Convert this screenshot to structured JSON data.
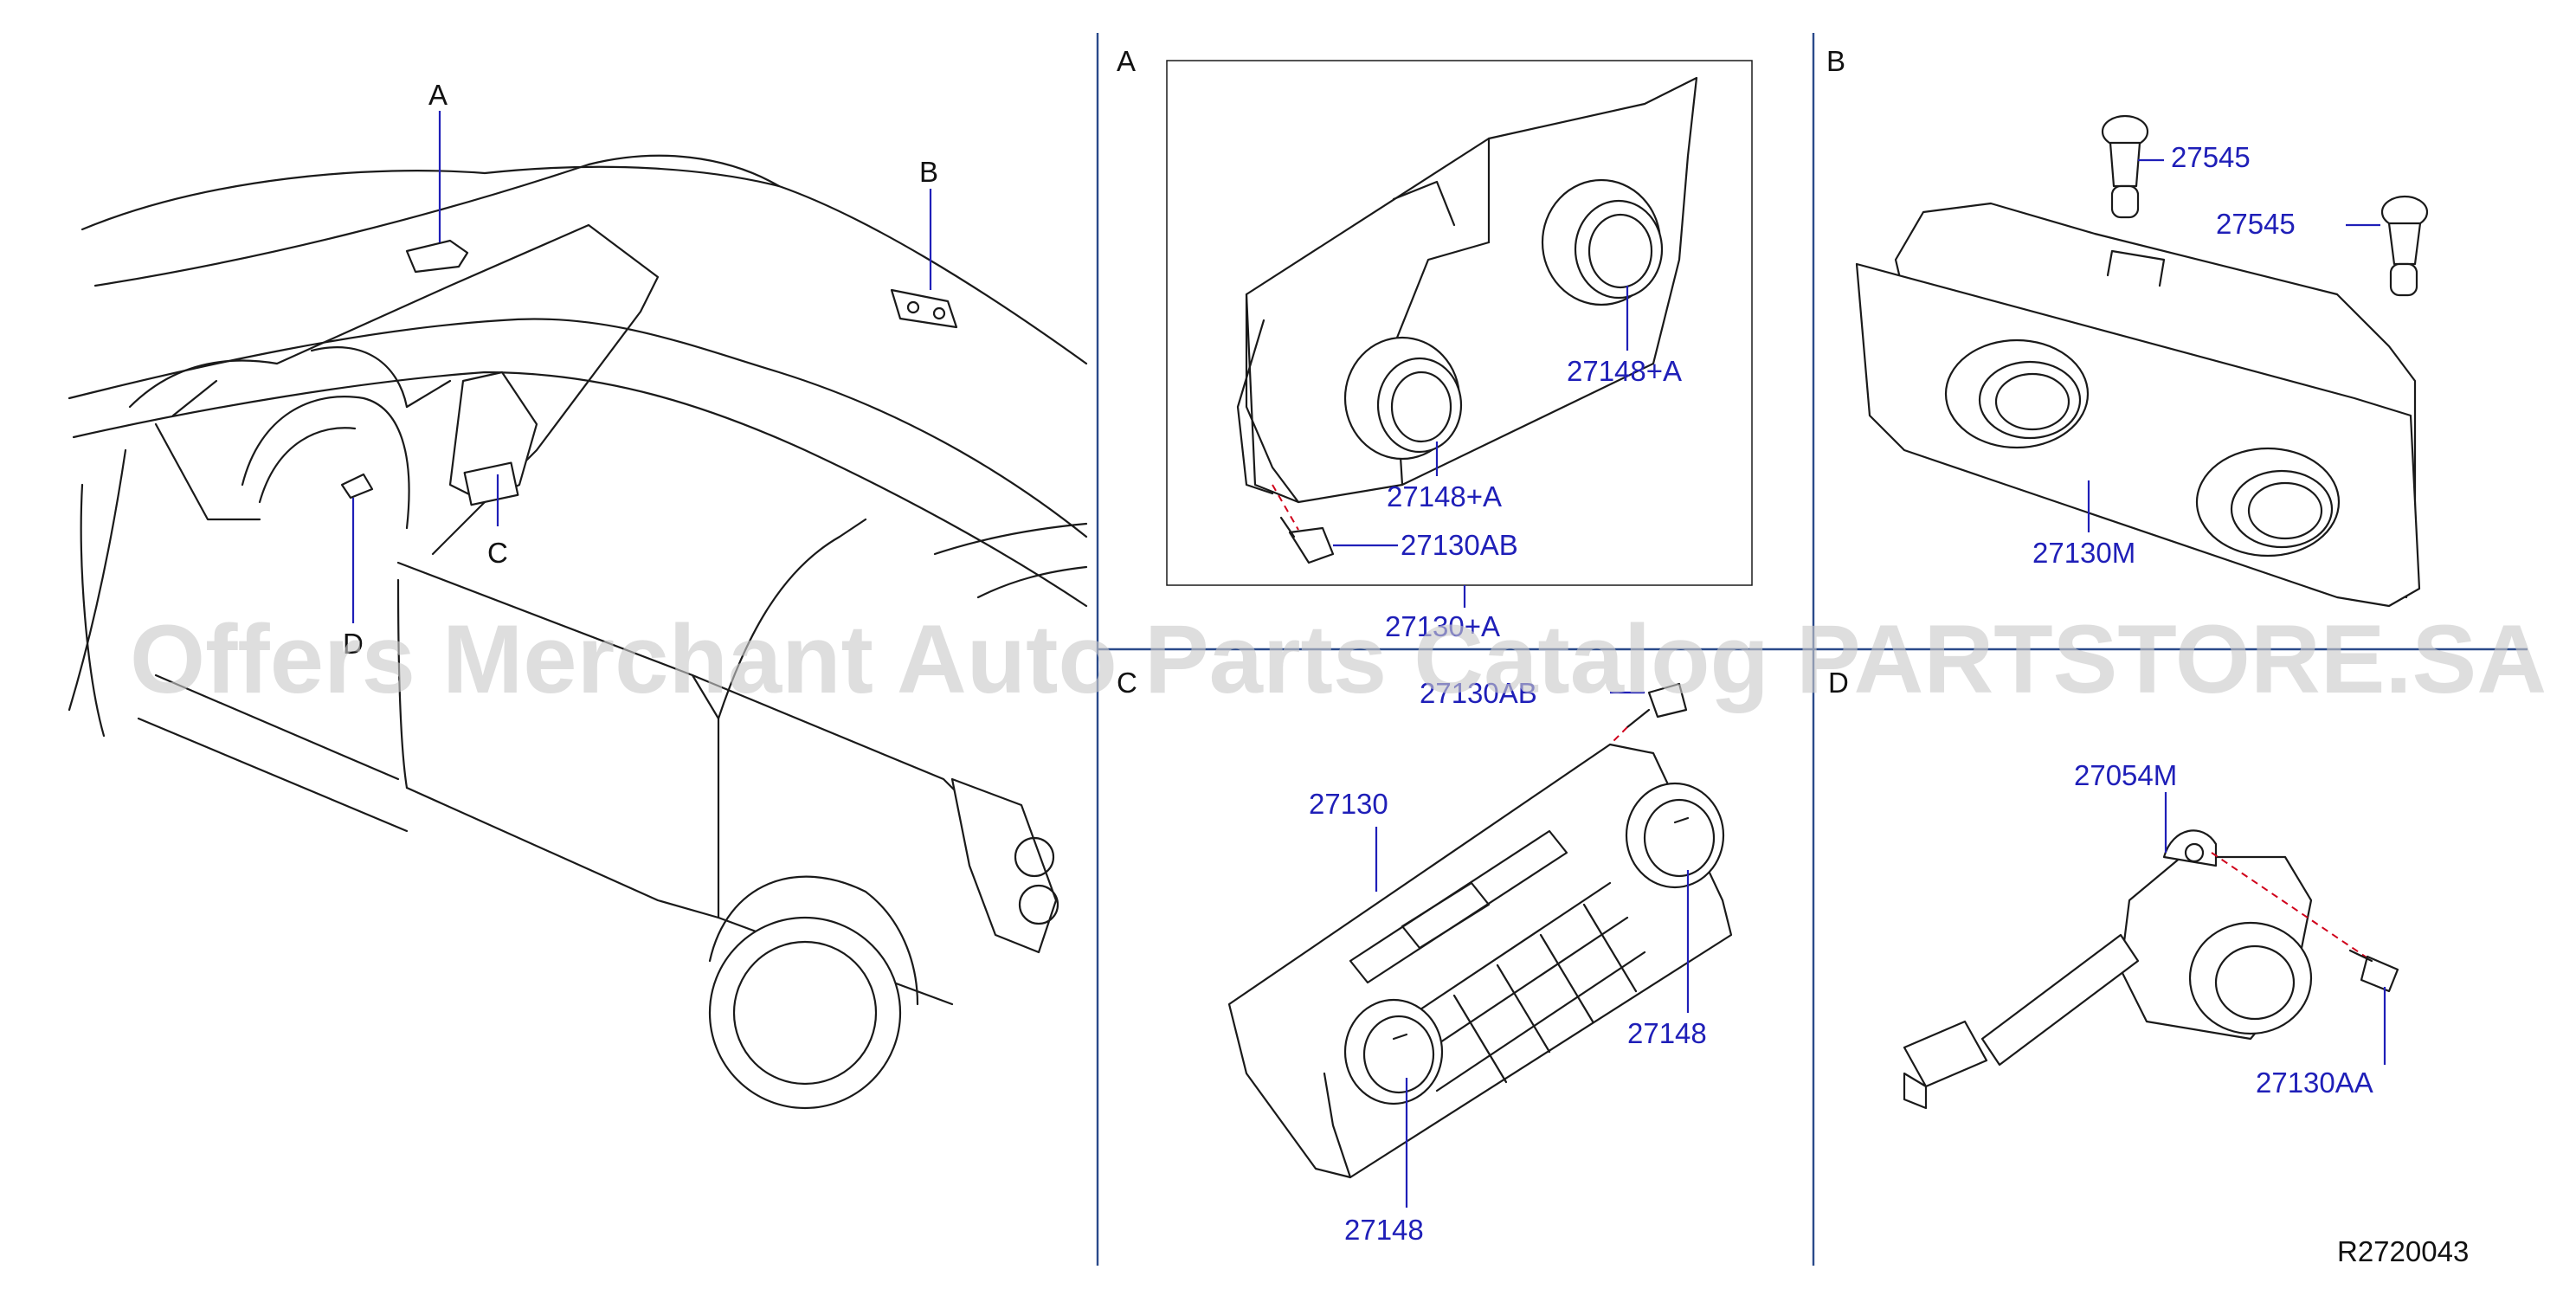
{
  "diagram": {
    "watermark": "Offers Merchant Auto Parts Catalog PARTSTORE.SA",
    "reference_code": "R2720043",
    "section_markers": {
      "vehicle_A": "A",
      "vehicle_B": "B",
      "vehicle_C": "C",
      "vehicle_D": "D",
      "panel_A": "A",
      "panel_B": "B",
      "panel_C": "C",
      "panel_D": "D"
    },
    "panel_a": {
      "knob_right_part": "27148+A",
      "knob_left_part": "27148+A",
      "screw_part": "27130AB",
      "assembly_part": "27130+A"
    },
    "panel_b": {
      "bulb_1_part": "27545",
      "bulb_2_part": "27545",
      "assembly_part": "27130M"
    },
    "panel_c": {
      "screw_part": "27130AB",
      "assembly_part": "27130",
      "knob_right_part": "27148",
      "knob_left_part": "27148"
    },
    "panel_d": {
      "sensor_part": "27054M",
      "screw_part": "27130AA"
    }
  }
}
